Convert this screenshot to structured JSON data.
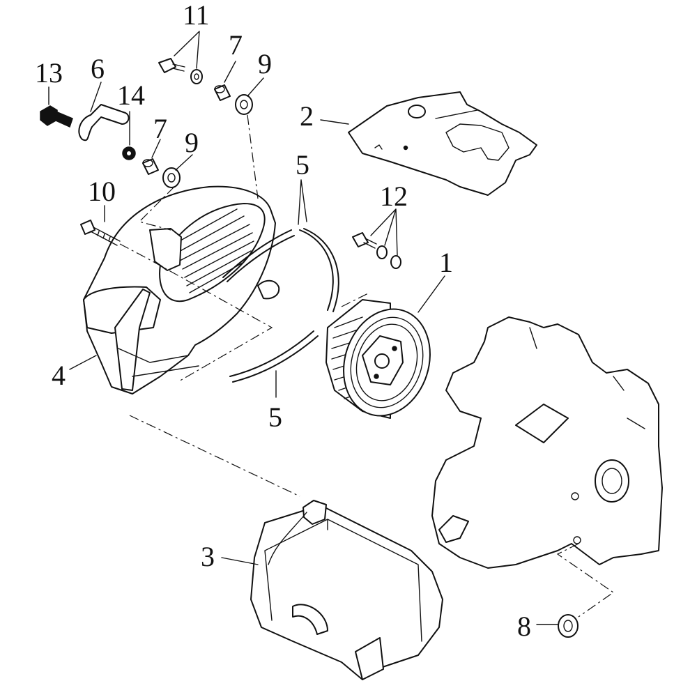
{
  "callouts": {
    "c1": "1",
    "c2": "2",
    "c3": "3",
    "c4": "4",
    "c5a": "5",
    "c5b": "5",
    "c6": "6",
    "c7a": "7",
    "c7b": "7",
    "c8": "8",
    "c9a": "9",
    "c9b": "9",
    "c10": "10",
    "c11": "11",
    "c12": "12",
    "c13": "13",
    "c14": "14"
  }
}
